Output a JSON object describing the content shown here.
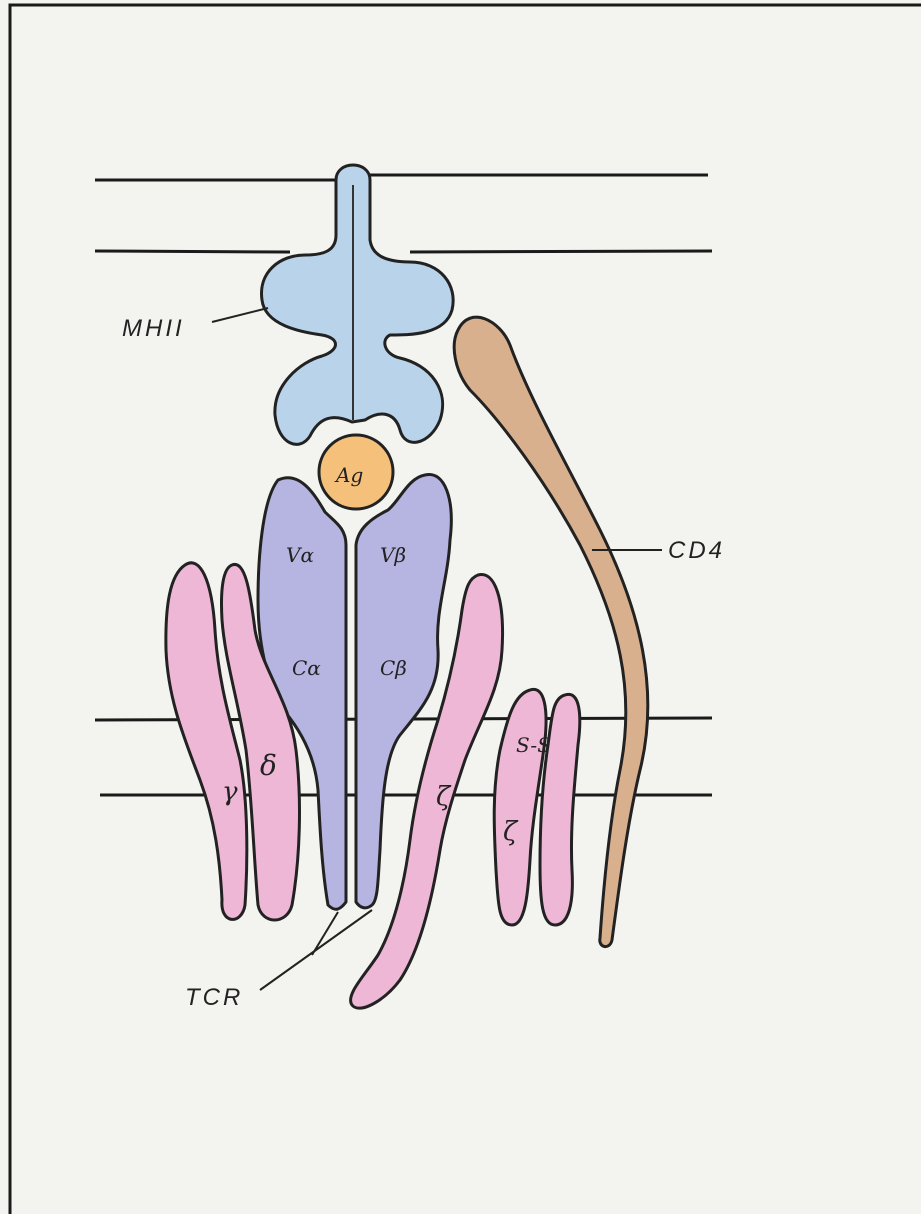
{
  "labels": {
    "mhc": "MHII",
    "ag": "Ag",
    "cd4": "CD4",
    "tcr": "TCR",
    "v_alpha": "Vα",
    "v_beta": "Vβ",
    "c_alpha": "Cα",
    "c_beta": "Cβ",
    "gamma": "γ",
    "delta": "δ",
    "zeta_left": "ζ",
    "zeta_right": "ζ",
    "disulfide": "S-S"
  },
  "colors": {
    "background": "#f3f3ef",
    "frame": "#1a1a1a",
    "mhc_fill": "#b9d3ea",
    "ag_fill": "#f4c07a",
    "tcr_fill": "#b6b4e0",
    "cd3_fill": "#efb7d6",
    "cd4_fill": "#d8b08e"
  }
}
